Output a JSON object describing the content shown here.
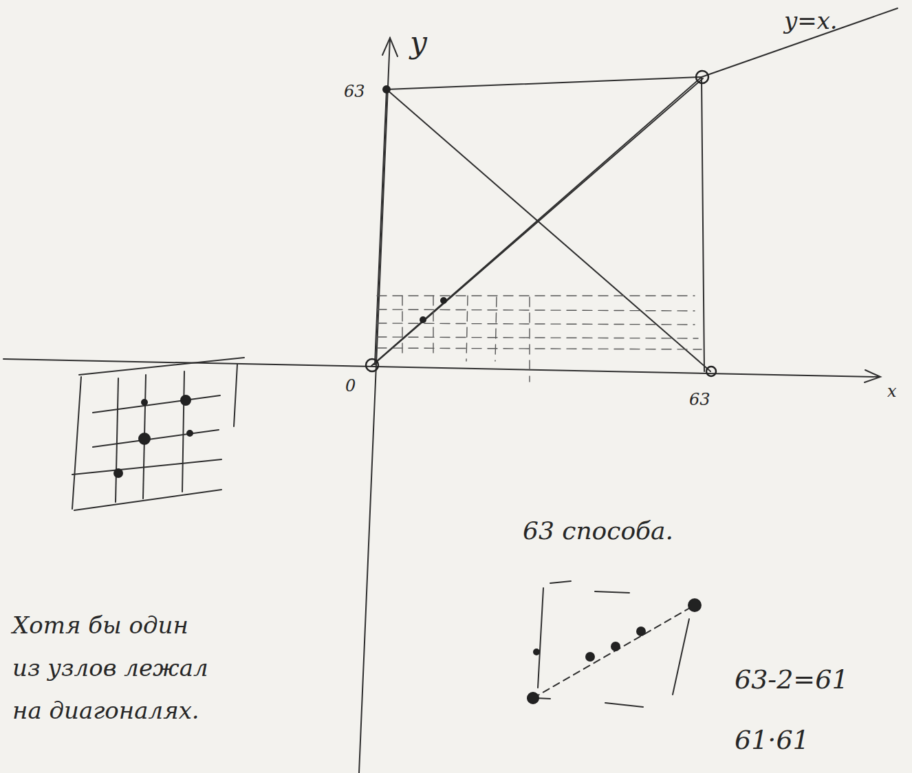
{
  "diagram": {
    "labels": [
      "y=x.",
      "y",
      "63",
      "0",
      "63",
      "x",
      "63 способа.",
      "63-2=61",
      "61·61",
      "Хотя бы один из узлов лежал на диагоналях."
    ]
  }
}
